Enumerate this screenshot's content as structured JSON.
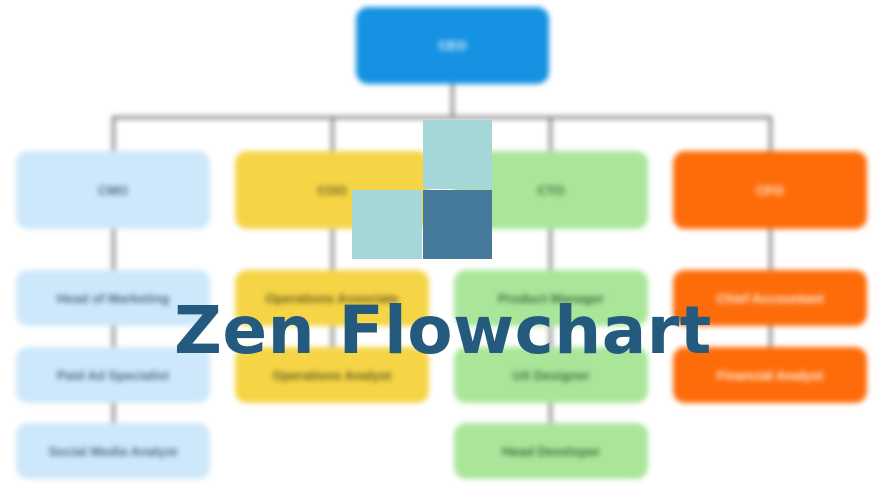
{
  "chart": {
    "root": "CEO",
    "departments": [
      {
        "label": "CMO",
        "roles": [
          "Head of Marketing",
          "Paid Ad Specialist",
          "Social Media Analyst"
        ]
      },
      {
        "label": "COO",
        "roles": [
          "Operations Associate",
          "Operations Analyst"
        ]
      },
      {
        "label": "CTO",
        "roles": [
          "Product Manager",
          "UX Designer",
          "Head Developer"
        ]
      },
      {
        "label": "CFO",
        "roles": [
          "Chief Accountant",
          "Financial Analyst"
        ]
      }
    ]
  },
  "colors": {
    "ceo": "#1592e1",
    "cmo": "#cde8fb",
    "coo": "#f5d546",
    "cto": "#a9e69a",
    "cfo": "#fe6c0a",
    "logo_light": "#a6d7d8",
    "logo_dark": "#467a9c",
    "brand_text": "#245a7e"
  },
  "brand": {
    "title": "Zen Flowchart"
  }
}
